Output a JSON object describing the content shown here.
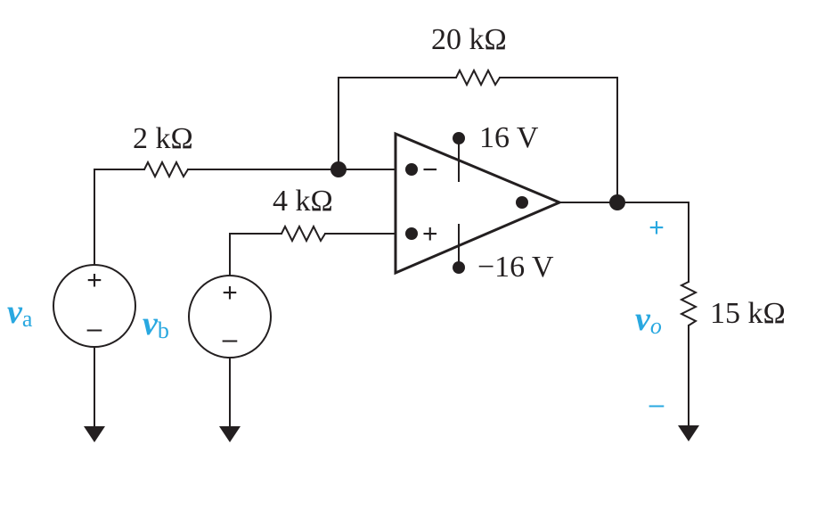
{
  "resistors": {
    "feedback": "20 kΩ",
    "input_a": "2 kΩ",
    "input_b": "4 kΩ",
    "load": "15 kΩ"
  },
  "supply": {
    "positive": "16 V",
    "negative": "−16 V"
  },
  "opamp": {
    "inverting_sign": "−",
    "noninverting_sign": "+"
  },
  "sources": {
    "a": {
      "symbol": "v",
      "subscript": "a",
      "plus": "+",
      "minus": "–"
    },
    "b": {
      "symbol": "v",
      "subscript": "b",
      "plus": "+",
      "minus": "–"
    }
  },
  "output": {
    "symbol": "v",
    "subscript": "o",
    "plus": "+",
    "minus": "–"
  },
  "colors": {
    "line": "#231f20",
    "label_blue": "#29a8e0"
  }
}
